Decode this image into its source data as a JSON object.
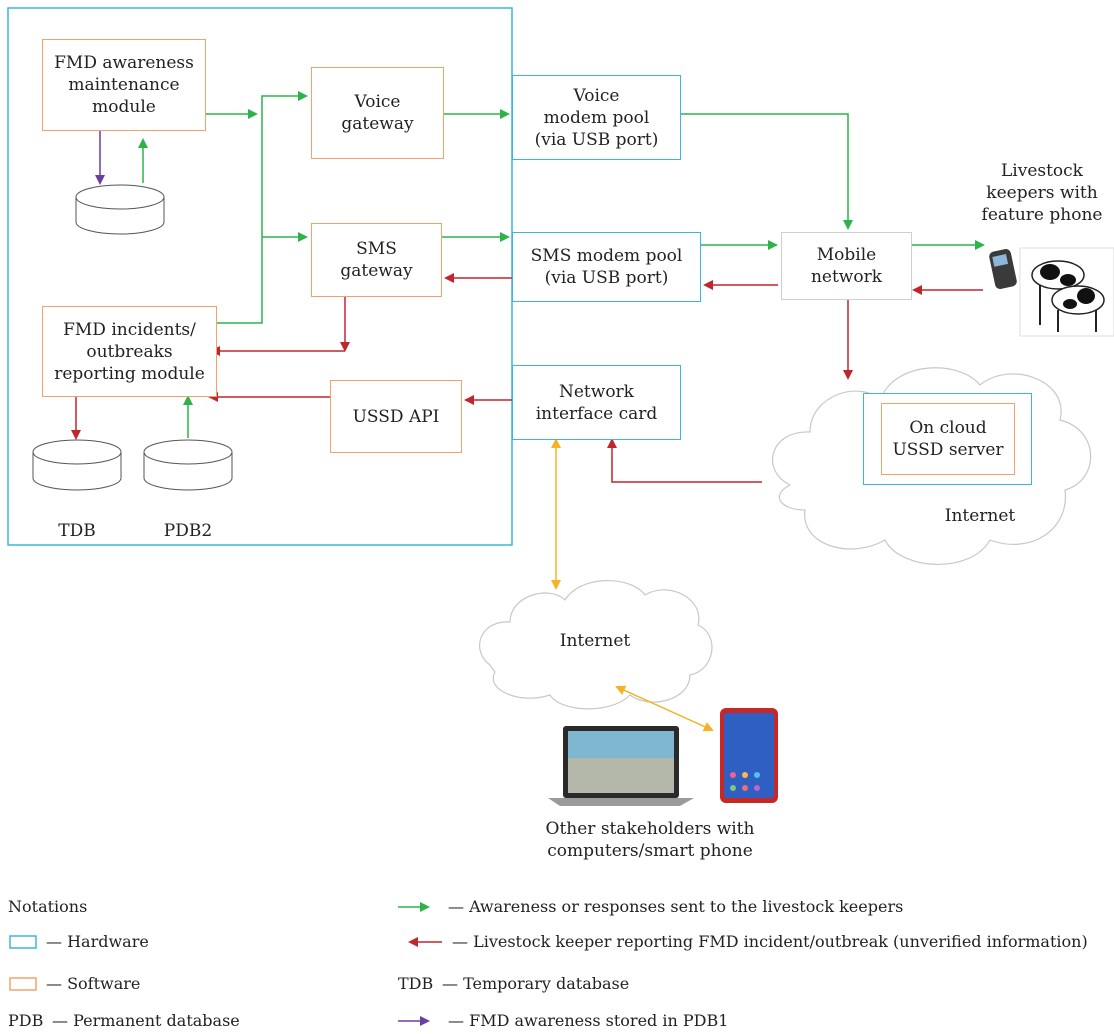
{
  "colors": {
    "hardware": "#3fb6d9",
    "software": "#f2a36b",
    "awareness_arrow": "#2db34a",
    "reporting_arrow": "#c0272d",
    "storage_arrow": "#6b3fa0",
    "internet_arrow": "#f4b324"
  },
  "boxes": {
    "awareness_module": "FMD awareness\nmaintenance\nmodule",
    "voice_gateway": "Voice\ngateway",
    "sms_gateway": "SMS\ngateway",
    "incidents_module": "FMD incidents/\noutbreaks\nreporting module",
    "ussd_api": "USSD API",
    "voice_modem": "Voice\nmodem pool\n(via USB port)",
    "sms_modem": "SMS modem pool\n(via USB port)",
    "nic": "Network\ninterface card",
    "mobile_network": "Mobile\nnetwork",
    "ussd_server": "On cloud\nUSSD server"
  },
  "labels": {
    "tdb": "TDB",
    "pdb2": "PDB2",
    "livestock_keepers": "Livestock\nkeepers with\nfeature phone",
    "internet_right": "Internet",
    "internet_bottom": "Internet",
    "stakeholders": "Other stakeholders with\ncomputers/smart phone"
  },
  "notations": {
    "title": "Notations",
    "hardware": "— Hardware",
    "software": "— Software",
    "pdb_key": "PDB",
    "pdb_text": "— Permanent database",
    "awareness": "— Awareness or responses sent to the livestock keepers",
    "reporting": "— Livestock keeper reporting FMD incident/outbreak (unverified information)",
    "tdb_key": "TDB",
    "tdb_text": "— Temporary database",
    "storage": "— FMD awareness stored in PDB1"
  }
}
